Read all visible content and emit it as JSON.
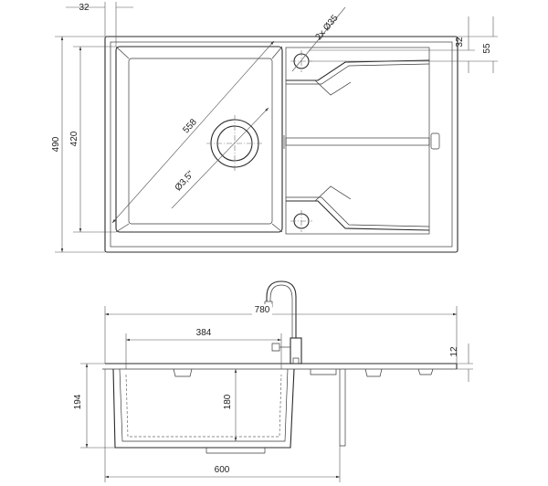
{
  "top_view": {
    "dim_outer_height": "490",
    "dim_bowl_height": "420",
    "dim_edge_offset": "32",
    "dim_right_32": "32",
    "dim_right_55": "55",
    "dim_diagonal": "558",
    "dim_holes": "2x Ø35",
    "dim_drain": "Ø3,5\""
  },
  "side_view": {
    "dim_overall_length": "780",
    "dim_bowl_width": "384",
    "dim_rim": "12",
    "dim_total_depth": "194",
    "dim_bowl_depth": "180",
    "dim_base_width": "600"
  }
}
